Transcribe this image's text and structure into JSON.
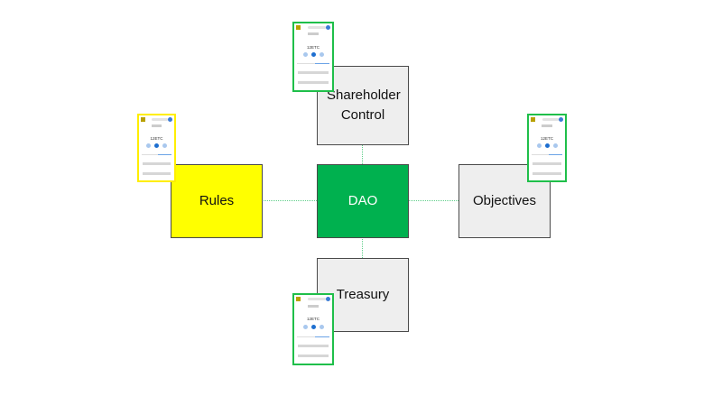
{
  "diagram": {
    "nodes": {
      "center": {
        "label": "DAO",
        "fill": "#00b14f",
        "text_color": "#ffffff"
      },
      "top": {
        "label": "Shareholder Control",
        "fill": "#eeeeee"
      },
      "left": {
        "label": "Rules",
        "fill": "#ffff00"
      },
      "right": {
        "label": "Objectives",
        "fill": "#eeeeee"
      },
      "bottom": {
        "label": "Treasury",
        "fill": "#eeeeee"
      }
    },
    "connector_color": "#5fcf8a",
    "wallet_thumbnails": {
      "balance": "12ETC",
      "top_border": "#1fbf4a",
      "left_border": "#ffee00",
      "right_border": "#1fbf4a",
      "bottom_border": "#1fbf4a"
    }
  }
}
